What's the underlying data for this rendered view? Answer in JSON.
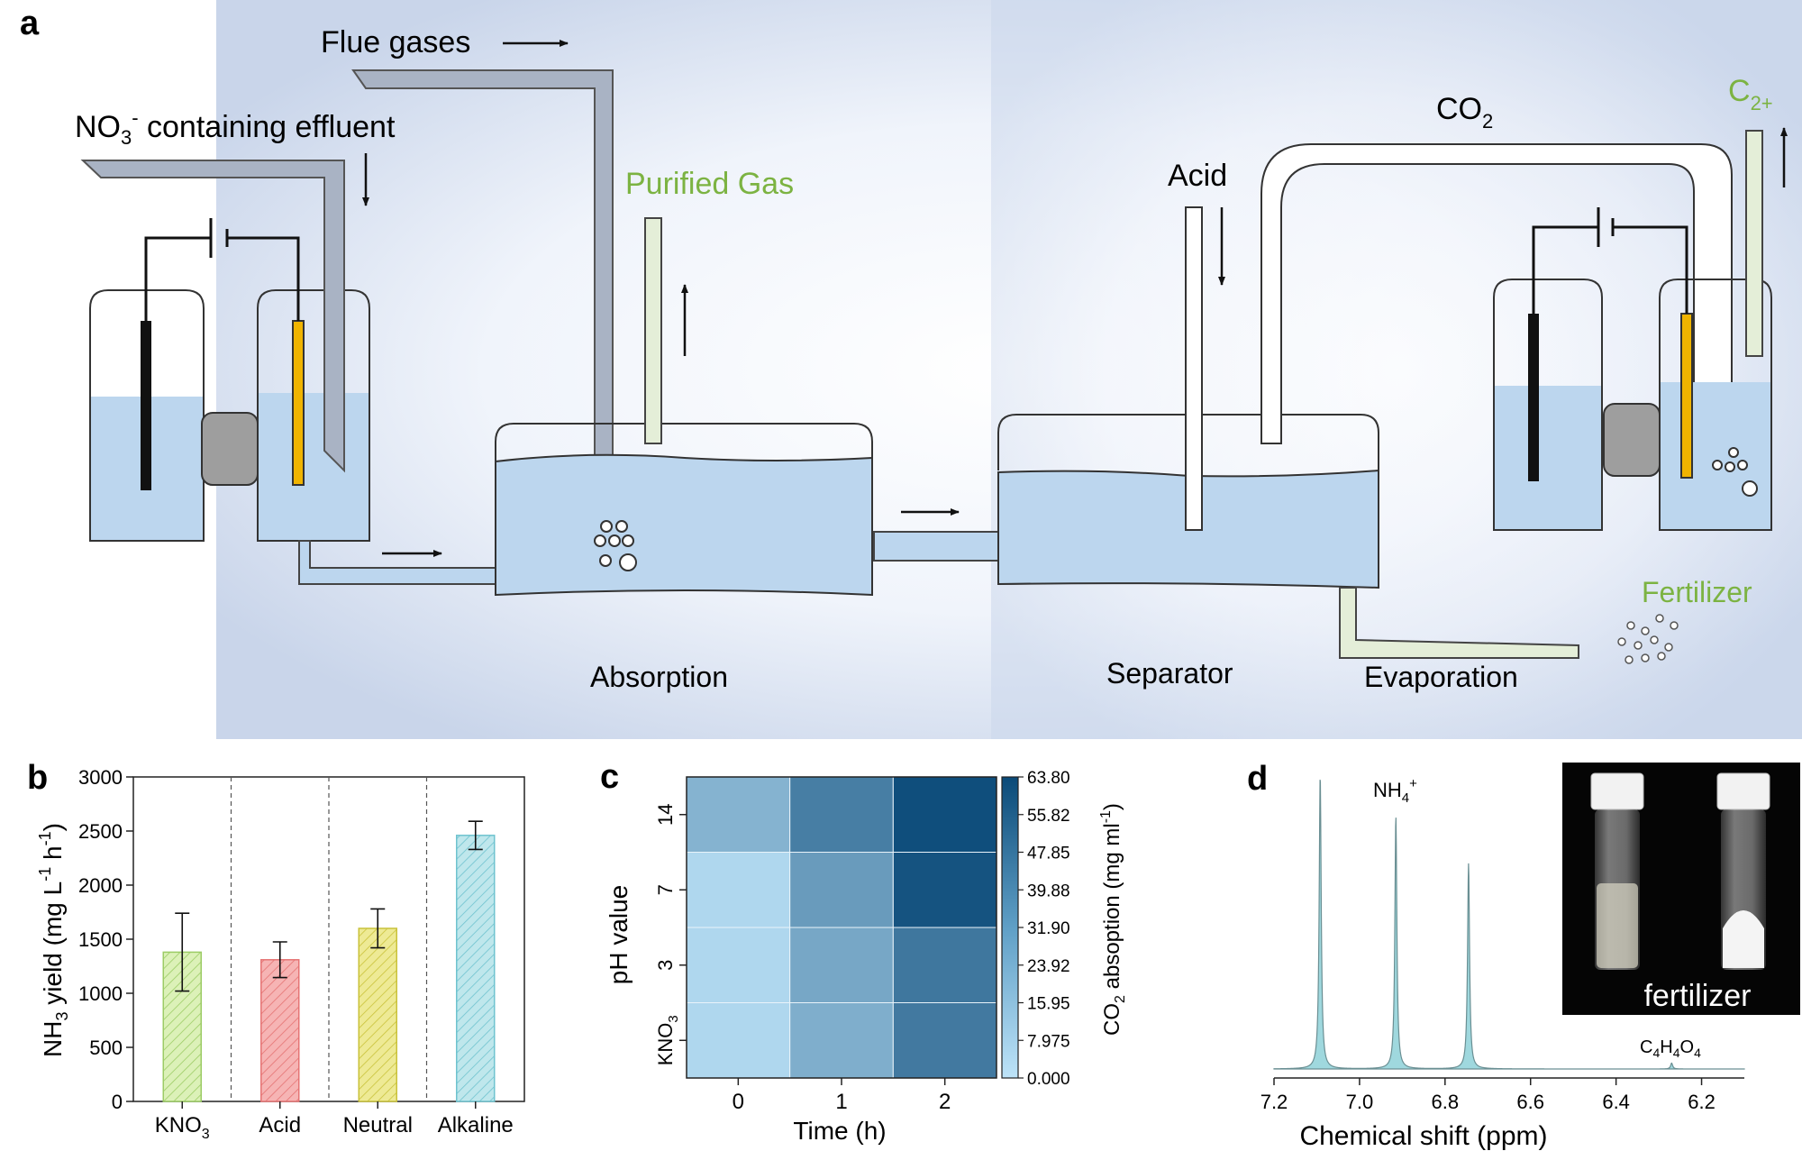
{
  "panel_a": {
    "panel_label": "a",
    "flue_gases": "Flue gases",
    "no3_main": "NO",
    "no3_sub": "3",
    "no3_sup": "-",
    "no3_rest": " containing effluent",
    "purified_gas": "Purified Gas",
    "co2_main": "CO",
    "co2_sub": "2",
    "c2_main": "C",
    "c2_sub": "2+",
    "acid": "Acid",
    "absorption": "Absorption",
    "separator": "Separator",
    "evaporation": "Evaporation",
    "fertilizer": "Fertilizer",
    "colors": {
      "water": "#bcd6ee",
      "pipe_gray": "#a9b3c4",
      "green_pipe": "#e4eed8",
      "green_text": "#7cb342",
      "electrode_gold": "#f0b400",
      "membrane": "#9e9e9e"
    }
  },
  "chart_data": [
    {
      "panel_label": "b",
      "type": "bar",
      "categories": [
        "KNO3",
        "Acid",
        "Neutral",
        "Alkaline"
      ],
      "category_labels": [
        {
          "main": "KNO",
          "sub": "3"
        },
        {
          "main": "Acid",
          "sub": ""
        },
        {
          "main": "Neutral",
          "sub": ""
        },
        {
          "main": "Alkaline",
          "sub": ""
        }
      ],
      "values": [
        1380,
        1310,
        1600,
        2460
      ],
      "errors": [
        360,
        165,
        180,
        130
      ],
      "colors": [
        "#dcf1b8",
        "#f6b4b4",
        "#eeea95",
        "#bfe7ec"
      ],
      "hatch_colors": [
        "#9ccc65",
        "#e57373",
        "#c9c23a",
        "#6fc3cf"
      ],
      "ylabel": {
        "p1": "NH",
        "s1": "3",
        "p2": " yield (mg L",
        "s2": "-1",
        "p3": " h",
        "s3": "-1",
        "p4": ")"
      },
      "ylim": [
        0,
        3000
      ],
      "yticks": [
        0,
        500,
        1000,
        1500,
        2000,
        2500,
        3000
      ]
    },
    {
      "panel_label": "c",
      "type": "heatmap",
      "x_categories": [
        "0",
        "1",
        "2"
      ],
      "y_categories": [
        "14",
        "7",
        "3",
        "KNO3"
      ],
      "y_category_labels": [
        {
          "main": "14",
          "sub": ""
        },
        {
          "main": "7",
          "sub": ""
        },
        {
          "main": "3",
          "sub": ""
        },
        {
          "main": "KNO",
          "sub": "3"
        }
      ],
      "values": [
        [
          20,
          42,
          62
        ],
        [
          5,
          30,
          60
        ],
        [
          5,
          25,
          45
        ],
        [
          5,
          22,
          44
        ]
      ],
      "xlabel": "Time (h)",
      "ylabel": "pH value",
      "colorbar": {
        "ticks": [
          "63.80",
          "55.82",
          "47.85",
          "39.88",
          "31.90",
          "23.92",
          "15.95",
          "7.975",
          "0.000"
        ],
        "range": [
          0,
          63.8
        ],
        "label_p1": "CO",
        "label_s1": "2",
        "label_p2": " absoption (mg ml",
        "label_s2": "-1",
        "label_p3": ")",
        "color_low": "#bde3f8",
        "color_high": "#0a4a78"
      }
    },
    {
      "panel_label": "d",
      "type": "line",
      "peaks": [
        {
          "x": 7.092,
          "intensity": 1.0
        },
        {
          "x": 6.915,
          "intensity": 0.86
        },
        {
          "x": 6.745,
          "intensity": 0.7
        },
        {
          "x": 6.27,
          "intensity": 0.02
        }
      ],
      "xlim": [
        7.2,
        6.1
      ],
      "xticks": [
        "7.2",
        "7.0",
        "6.8",
        "6.6",
        "6.4",
        "6.2"
      ],
      "xtick_values": [
        7.2,
        7.0,
        6.8,
        6.6,
        6.4,
        6.2
      ],
      "xlabel": "Chemical shift (ppm)",
      "nh4_label": {
        "main": "NH",
        "sub": "4",
        "sup": "+"
      },
      "c4_label": {
        "p1": "C",
        "s1": "4",
        "p2": "H",
        "s2": "4",
        "p3": "O",
        "s3": "4"
      },
      "inset_label": "fertilizer",
      "fill_color": "#9fd8de",
      "line_color": "#6a8f93"
    }
  ]
}
